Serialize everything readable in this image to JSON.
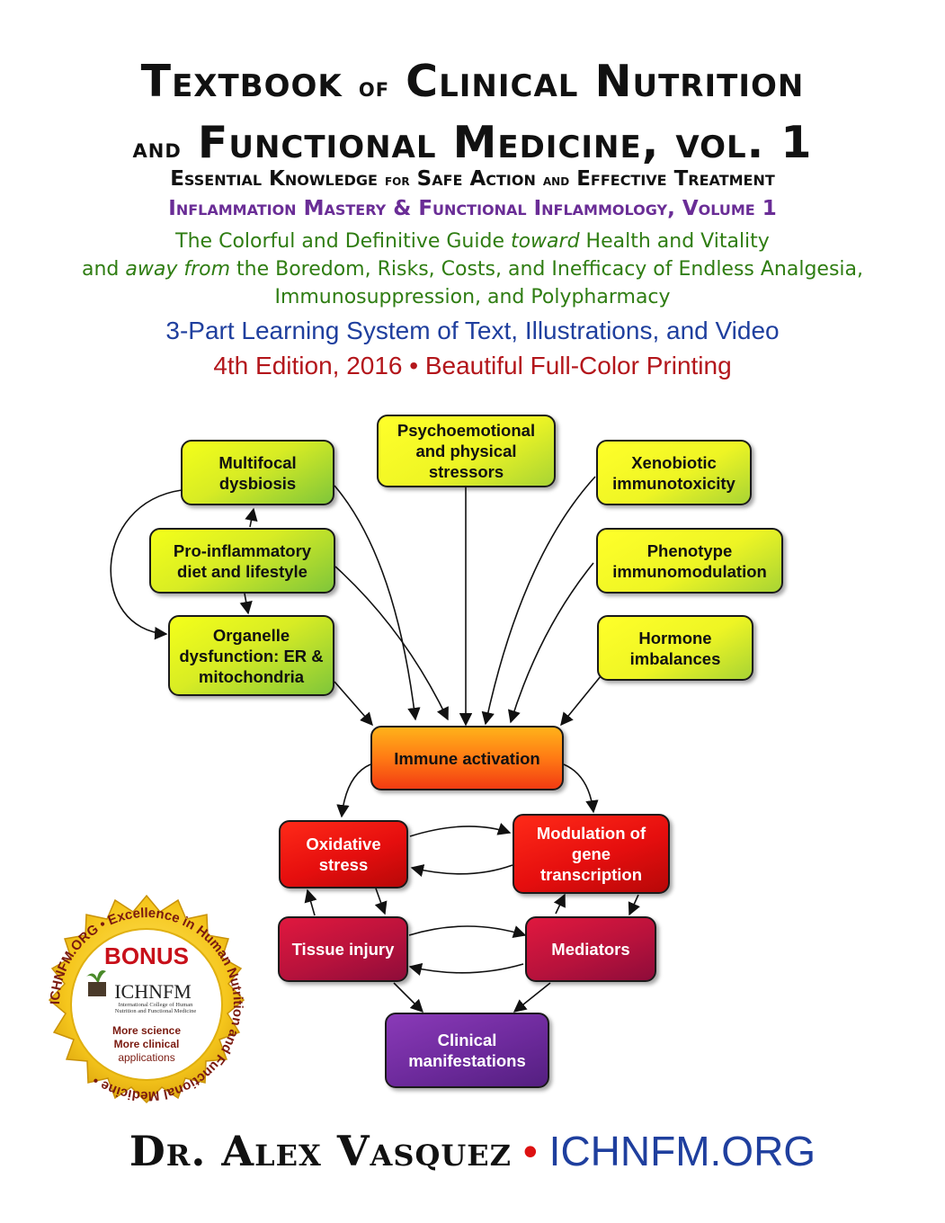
{
  "header": {
    "title_line1": [
      "Textbook",
      "of",
      "Clinical Nutrition"
    ],
    "title_line2": [
      "and",
      "Functional Medicine, vol. 1"
    ],
    "subtitle": [
      "Essential Knowledge",
      "for",
      "Safe Action",
      "and",
      "Effective Treatment"
    ],
    "series": "Inflammation Mastery & Functional Inflammology, Volume 1",
    "tagline1": [
      "The Colorful and Definitive Guide ",
      "toward",
      " Health and Vitality"
    ],
    "tagline2": [
      "and ",
      "away from",
      " the Boredom, Risks, Costs, and Inefficacy of Endless Analgesia,"
    ],
    "tagline3": "Immunosuppression, and Polypharmacy",
    "learning": "3-Part Learning System of Text, Illustrations, and Video",
    "edition": "4th Edition, 2016 • Beautiful Full-Color Printing"
  },
  "diagram": {
    "nodes": {
      "multifocal": "Multifocal dysbiosis",
      "psycho": "Psychoemotional and physical stressors",
      "xeno": "Xenobiotic immunotoxicity",
      "proinflam": "Pro-inflammatory diet and lifestyle",
      "phenotype": "Phenotype immunomodulation",
      "organelle": "Organelle dysfunction: ER & mitochondria",
      "hormone": "Hormone imbalances",
      "immune": "Immune activation",
      "oxidative": "Oxidative stress",
      "modulation": "Modulation of gene transcription",
      "tissue": "Tissue injury",
      "mediators": "Mediators",
      "clinical": "Clinical manifestations"
    }
  },
  "seal": {
    "ring_text": "ICHNFM.ORG • Excellence in Human Nutrition and Functional Medicine •",
    "bonus": "BONUS",
    "logo": "ICHNFM",
    "logo_sub1": "International College of Human",
    "logo_sub2": "Nutrition and Functional Medicine",
    "line1": "More science",
    "line2": "More clinical",
    "line3": "applications"
  },
  "footer": {
    "author": "Dr. Alex Vasquez",
    "separator": "•",
    "site": "ICHNFM.ORG"
  },
  "colors": {
    "title": "#111111",
    "series_purple": "#6a2d96",
    "tagline_green": "#2f7d12",
    "learning_blue": "#1f3f9e",
    "edition_red": "#b3161b",
    "seal_gold": "#f2c21a"
  }
}
